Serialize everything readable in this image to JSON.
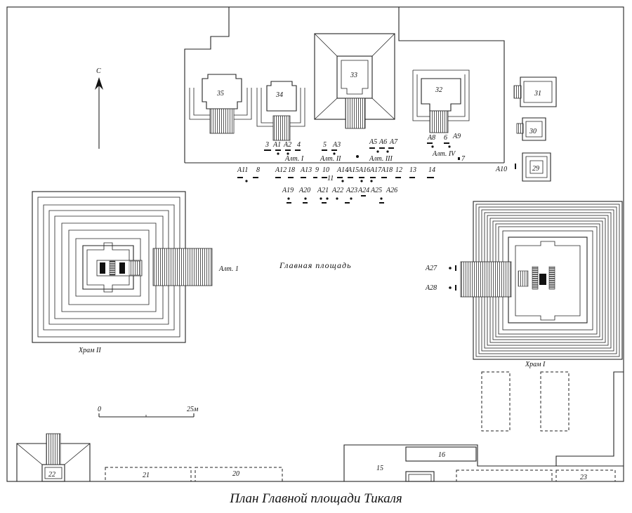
{
  "caption": "План Главной площади Тикаля",
  "north": "С",
  "plaza_label": "Главная площадь",
  "scale": {
    "start": "0",
    "end": "25м"
  },
  "temples": {
    "east": "Храм I",
    "west": "Храм II"
  },
  "altar_main": "Алт. 1",
  "altars_roman": [
    "Алт. I",
    "Алт. II",
    "Алт. III",
    "Алт. IV"
  ],
  "buildings": {
    "b35": "35",
    "b34": "34",
    "b33": "33",
    "b32": "32",
    "b31": "31",
    "b30": "30",
    "b29": "29",
    "b22": "22",
    "b21": "21",
    "b20": "20",
    "b15": "15",
    "b16": "16",
    "b23": "23"
  },
  "stelae_row1": {
    "s3": "3",
    "a1": "A1",
    "a2": "A2",
    "s4": "4",
    "s5": "5",
    "a3": "A3",
    "a5": "A5",
    "a6": "A6",
    "a7": "A7",
    "a8": "A8",
    "s6": "6",
    "a9": "A9",
    "s7": "7",
    "a10": "A10"
  },
  "stelae_row2": {
    "a11": "A11",
    "s8": "8",
    "a12": "A12",
    "s18": "18",
    "a13": "A13",
    "s9": "9",
    "s10": "10",
    "s11": "11",
    "a14": "A14",
    "a15": "A15",
    "a16": "A16",
    "a17": "A17",
    "a18": "A18",
    "s12": "12",
    "s13": "13",
    "s14": "14"
  },
  "stelae_row3": {
    "a19": "A19",
    "a20": "A20",
    "a21": "A21",
    "a22": "A22",
    "a23": "A23",
    "a24": "A24",
    "a25": "A25",
    "a26": "A26"
  },
  "temple1_altars": {
    "a27": "A27",
    "a28": "A28"
  }
}
